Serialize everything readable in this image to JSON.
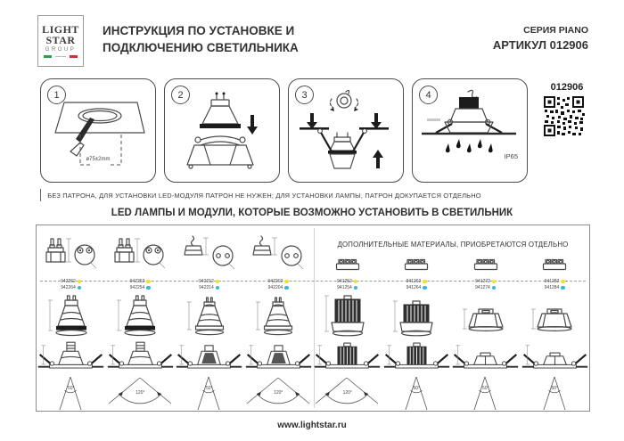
{
  "logo": {
    "line1": "LIGHT",
    "line2": "STAR",
    "line3": "GROUP"
  },
  "header": {
    "title_line1": "ИНСТРУКЦИЯ ПО УСТАНОВКЕ И",
    "title_line2": "ПОДКЛЮЧЕНИЮ СВЕТИЛЬНИКА",
    "series": "СЕРИЯ PIANO",
    "article": "АРТИКУЛ 012906"
  },
  "steps": [
    {
      "number": "1",
      "annotation": "ø75±2mm"
    },
    {
      "number": "2",
      "annotation": ""
    },
    {
      "number": "3",
      "annotation": ""
    },
    {
      "number": "4",
      "annotation": "IP65"
    }
  ],
  "qr": {
    "label": "012906"
  },
  "note": "БЕЗ ПАТРОНА, ДЛЯ УСТАНОВКИ LED-МОДУЛЯ ПАТРОН НЕ НУЖЕН; ДЛЯ УСТАНОВКИ ЛАМПЫ, ПАТРОН ДОКУПАЕТСЯ ОТДЕЛЬНО",
  "section_title": "LED ЛАМПЫ И МОДУЛИ, КОТОРЫЕ ВОЗМОЖНО УСТАНОВИТЬ В СВЕТИЛЬНИК",
  "panel": {
    "additional_heading": "ДОПОЛНИТЕЛЬНЫЕ МАТЕРИАЛЫ, ПРИОБРЕТАЮТСЯ ОТДЕЛЬНО",
    "columns": [
      {
        "articles": [
          {
            "code": "942262"
          },
          {
            "code": "942264"
          }
        ],
        "beam_angle": "50°"
      },
      {
        "articles": [
          {
            "code": "942252"
          },
          {
            "code": "942254"
          }
        ],
        "beam_angle": "120°"
      },
      {
        "articles": [
          {
            "code": "942212"
          },
          {
            "code": "942214"
          }
        ],
        "beam_angle": "50°"
      },
      {
        "articles": [
          {
            "code": "942202"
          },
          {
            "code": "942204"
          }
        ],
        "beam_angle": "120°"
      },
      {
        "articles": [
          {
            "code": "941252"
          },
          {
            "code": "941254"
          }
        ],
        "beam_angle": "120°"
      },
      {
        "articles": [
          {
            "code": "941262"
          },
          {
            "code": "941264"
          }
        ],
        "beam_angle": "50°"
      },
      {
        "articles": [
          {
            "code": "941272"
          },
          {
            "code": "941274"
          }
        ],
        "beam_angle": "50°"
      },
      {
        "articles": [
          {
            "code": "941282"
          },
          {
            "code": "941284"
          }
        ],
        "beam_angle": "50°"
      }
    ]
  },
  "footer": {
    "url": "www.lightstar.ru"
  },
  "colors": {
    "dot_warm": "#f2e129",
    "dot_cool": "#35b6e3",
    "flag_green": "#2e9e4f",
    "flag_red": "#cf3131"
  }
}
